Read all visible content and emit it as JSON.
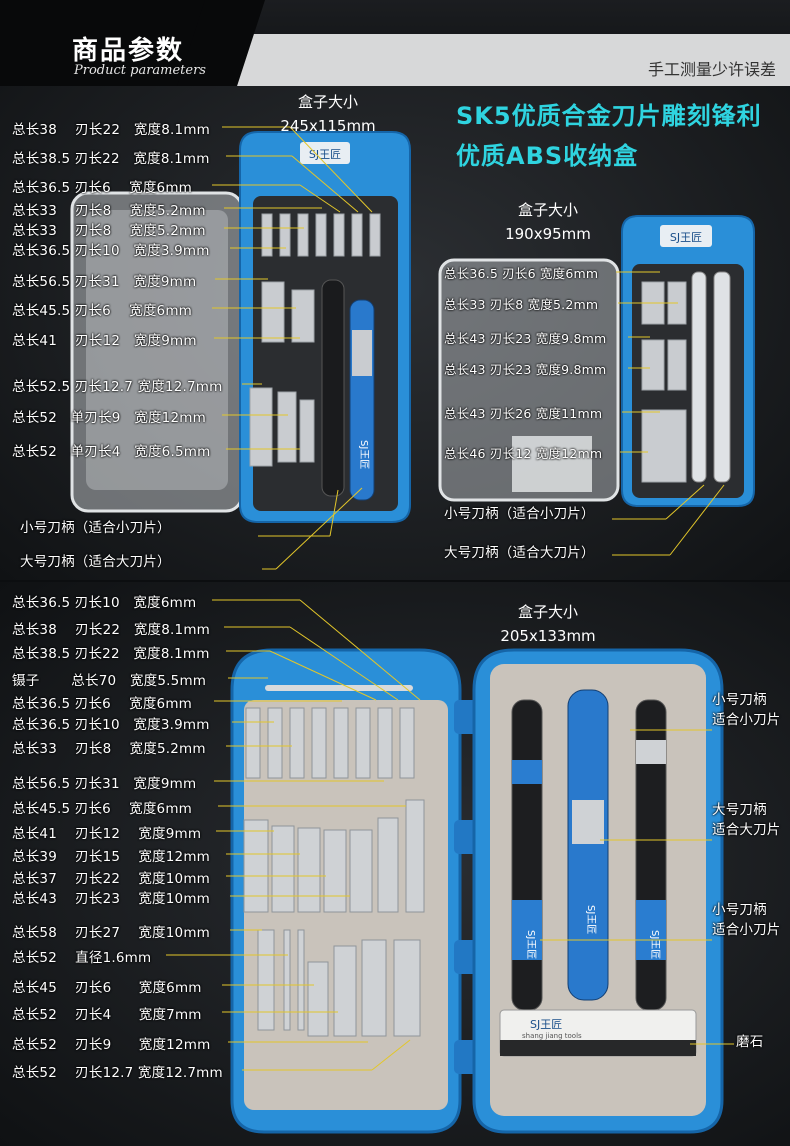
{
  "header": {
    "title": "商品参数",
    "subtitle": "Product parameters",
    "note": "手工测量少许误差"
  },
  "top_set": {
    "box_size_label": "盒子大小",
    "box_size": "245x115mm",
    "specs": [
      "总长38　 刃长22　宽度8.1mm",
      "总长38.5  刃长22　宽度8.1mm",
      "总长36.5  刃长6　 宽度6mm",
      "总长33　 刃长8　 宽度5.2mm",
      "总长33　 刃长8　 宽度5.2mm",
      "总长36.5  刃长10　宽度3.9mm",
      "总长56.5  刃长31　宽度9mm",
      "总长45.5  刃长6　 宽度6mm",
      "总长41　 刃长12　宽度9mm",
      "总长52.5  刃长12.7 宽度12.7mm",
      "总长52　单刃长9　宽度12mm",
      "总长52　单刃长4　宽度6.5mm"
    ],
    "handles": [
      "小号刀柄（适合小刀片）",
      "大号刀柄（适合大刀片）"
    ],
    "brand": "SJ王匠"
  },
  "promo": {
    "line1": "SK5优质合金刀片雕刻锋利",
    "line2": "优质ABS收纳盒"
  },
  "mid_set": {
    "box_size_label": "盒子大小",
    "box_size": "190x95mm",
    "specs": [
      "总长36.5 刃长6 宽度6mm",
      "总长33 刃长8 宽度5.2mm",
      "总长43 刃长23 宽度9.8mm",
      "总长43 刃长23 宽度9.8mm",
      "总长43 刃长26 宽度11mm",
      "总长46 刃长12 宽度12mm"
    ],
    "handles": [
      "小号刀柄（适合小刀片）",
      "大号刀柄（适合大刀片）"
    ],
    "brand": "SJ王匠"
  },
  "bottom_set": {
    "box_size_label": "盒子大小",
    "box_size": "205x133mm",
    "specs": [
      "总长36.5  刃长10　宽度6mm",
      "总长38　 刃长22　宽度8.1mm",
      "总长38.5  刃长22　宽度8.1mm",
      "镊子　　  总长70　宽度5.5mm",
      "总长36.5  刃长6　 宽度6mm",
      "总长36.5  刃长10　宽度3.9mm",
      "总长33　 刃长8　 宽度5.2mm",
      "总长56.5  刃长31　宽度9mm",
      "总长45.5  刃长6　 宽度6mm",
      "总长41　 刃长12　 宽度9mm",
      "总长39　 刃长15　 宽度12mm",
      "总长37　 刃长22　 宽度10mm",
      "总长43　 刃长23　 宽度10mm",
      "总长58　 刃长27　 宽度10mm",
      "总长52　 直径1.6mm",
      "总长45　 刃长6　　宽度6mm",
      "总长52　 刃长4　　宽度7mm",
      "总长52　 刃长9　　宽度12mm",
      "总长52　 刃长12.7 宽度12.7mm"
    ],
    "right_labels": [
      "小号刀柄\n适合小刀片",
      "大号刀柄\n适合大刀片",
      "小号刀柄\n适合小刀片",
      "磨石"
    ],
    "brand": "SJ王匠",
    "stone_text": "shang jiang tools"
  }
}
